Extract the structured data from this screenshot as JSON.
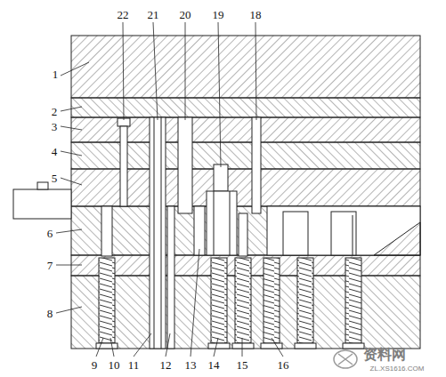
{
  "diagram": {
    "labels": [
      "1",
      "2",
      "3",
      "4",
      "5",
      "6",
      "7",
      "8",
      "9",
      "10",
      "11",
      "12",
      "13",
      "14",
      "15",
      "16",
      "18",
      "19",
      "20",
      "21",
      "22",
      "资料网",
      "ZL.XS1616.COM"
    ]
  }
}
